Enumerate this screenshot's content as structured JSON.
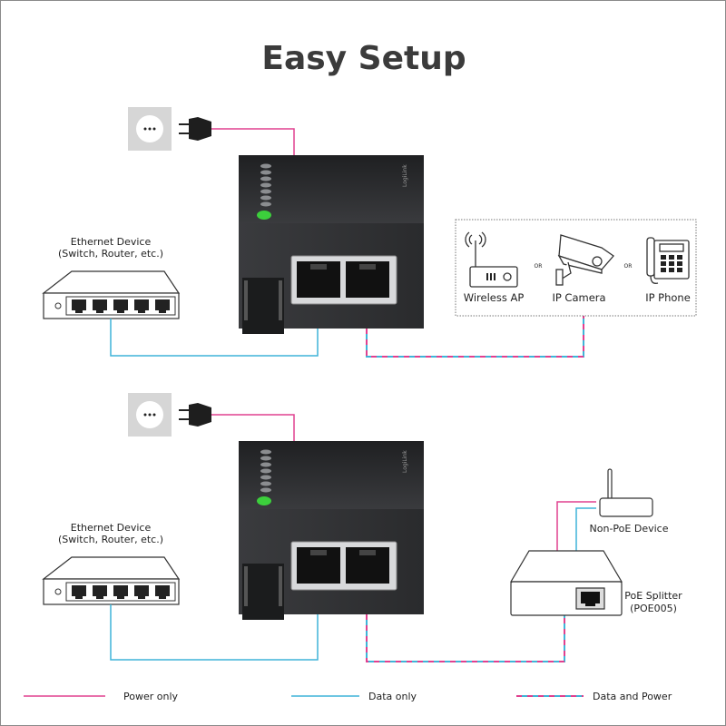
{
  "title": "Easy Setup",
  "colors": {
    "power": "#e0408f",
    "data": "#3fb4d8",
    "device": "#2d2e30",
    "led_active": "#3ccf3c"
  },
  "injector": {
    "brand": "LogiLink"
  },
  "top_setup": {
    "ethernet_device": {
      "name": "Ethernet Device",
      "detail": "(Switch, Router, etc.)"
    },
    "poe_devices": [
      {
        "label": "Wireless AP",
        "icon": "wireless-ap-icon"
      },
      {
        "label": "IP Camera",
        "icon": "ip-camera-icon"
      },
      {
        "label": "IP Phone",
        "icon": "ip-phone-icon"
      }
    ],
    "separator": "OR"
  },
  "bottom_setup": {
    "ethernet_device": {
      "name": "Ethernet Device",
      "detail": "(Switch, Router, etc.)"
    },
    "non_poe_device": "Non-PoE Device",
    "splitter": {
      "name": "PoE Splitter",
      "model": "(POE005)"
    }
  },
  "legend": [
    {
      "label": "Power only",
      "style": "power"
    },
    {
      "label": "Data only",
      "style": "data"
    },
    {
      "label": "Data and Power",
      "style": "both"
    }
  ]
}
